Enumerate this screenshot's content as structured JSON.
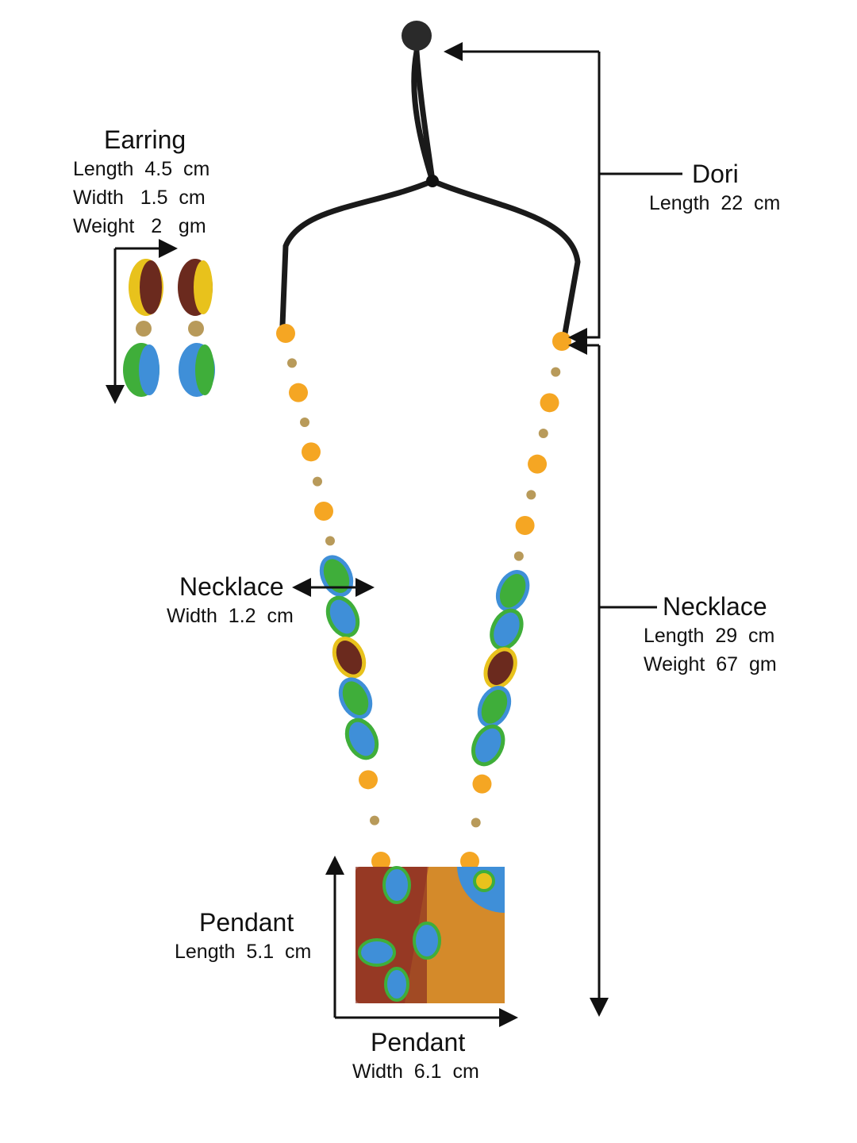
{
  "earring": {
    "title": "Earring",
    "length": "Length  4.5  cm",
    "width": "Width   1.5  cm",
    "weight": "Weight   2   gm"
  },
  "dori": {
    "title": "Dori",
    "length": "Length  22  cm"
  },
  "necklace_width": {
    "title": "Necklace",
    "width": "Width  1.2  cm"
  },
  "necklace": {
    "title": "Necklace",
    "length": "Length  29  cm",
    "weight": "Weight  67  gm"
  },
  "pendant_length": {
    "title": "Pendant",
    "length": "Length  5.1  cm"
  },
  "pendant_width": {
    "title": "Pendant",
    "width": "Width  6.1  cm"
  },
  "colors": {
    "orange": "#f5a623",
    "blue": "#3f8fd8",
    "green": "#3fae3a",
    "brown": "#6b2a1e",
    "yellow": "#e8c21c",
    "red": "#e5462a",
    "gold": "#b89a5a",
    "cord": "#1a1a1a"
  }
}
